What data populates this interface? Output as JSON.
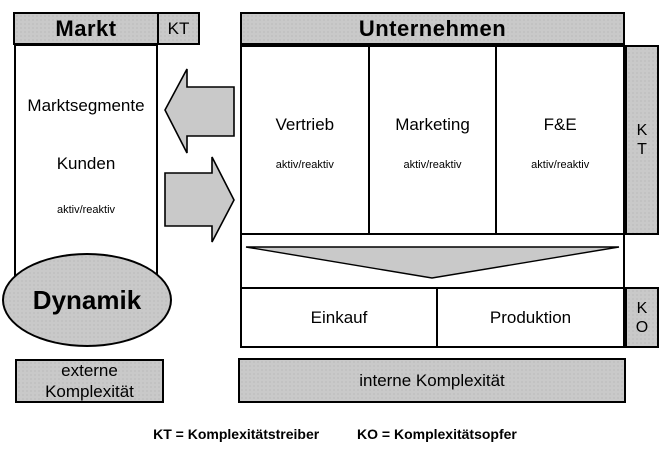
{
  "market": {
    "header": "Markt",
    "header_kt": "KT",
    "segments_label": "Marktsegmente",
    "customers_label": "Kunden",
    "mode_label": "aktiv/reaktiv",
    "dynamics_label": "Dynamik",
    "external_complexity_line1": "externe",
    "external_complexity_line2": "Komplexität"
  },
  "company": {
    "header": "Unternehmen",
    "departments": [
      {
        "name": "Vertrieb",
        "mode": "aktiv/reaktiv"
      },
      {
        "name": "Marketing",
        "mode": "aktiv/reaktiv"
      },
      {
        "name": "F&E",
        "mode": "aktiv/reaktiv"
      }
    ],
    "operations": [
      {
        "name": "Einkauf"
      },
      {
        "name": "Produktion"
      }
    ],
    "kt_side_line1": "K",
    "kt_side_line2": "T",
    "ko_side_line1": "K",
    "ko_side_line2": "O",
    "internal_complexity": "interne Komplexität"
  },
  "legend": {
    "kt_definition": "KT = Komplexitätstreiber",
    "ko_definition": "KO = Komplexitätsopfer"
  },
  "colors": {
    "fill_gray": "#c9c9c9",
    "border": "#000000",
    "background": "#ffffff"
  }
}
